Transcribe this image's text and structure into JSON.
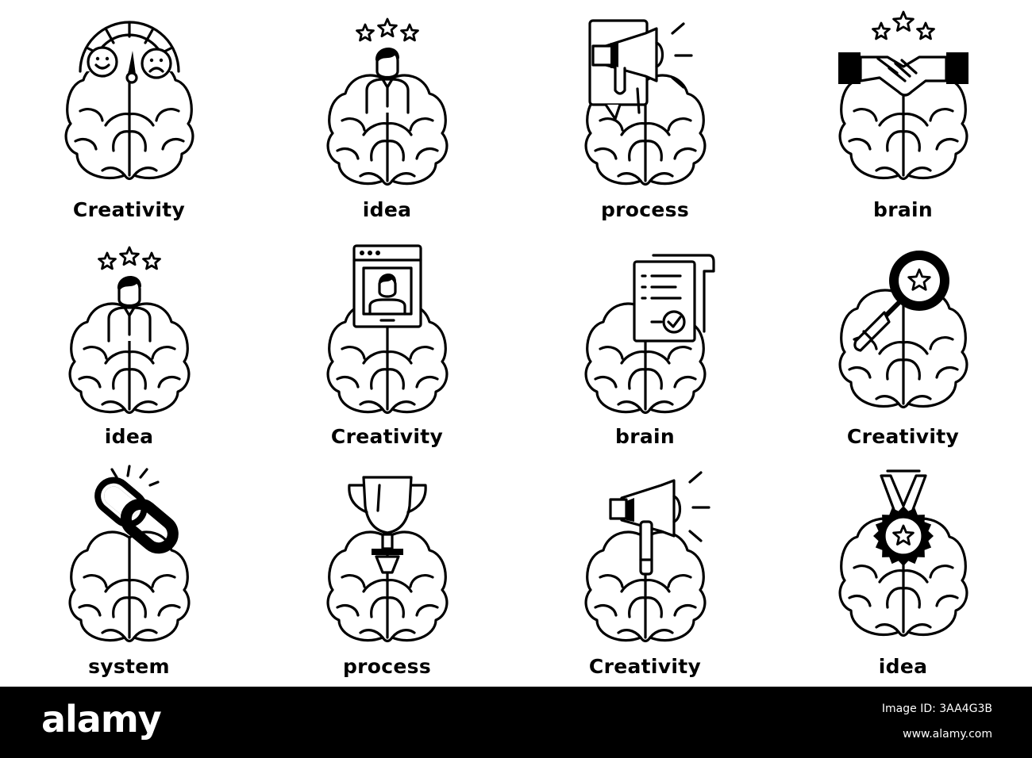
{
  "icons": [
    {
      "label": "Creativity",
      "overlay": "mood-meter"
    },
    {
      "label": "idea",
      "overlay": "person-stars"
    },
    {
      "label": "process",
      "overlay": "megaphone-board"
    },
    {
      "label": "brain",
      "overlay": "handshake-stars"
    },
    {
      "label": "idea",
      "overlay": "person-stars"
    },
    {
      "label": "Creativity",
      "overlay": "profile-window"
    },
    {
      "label": "brain",
      "overlay": "checked-document"
    },
    {
      "label": "Creativity",
      "overlay": "magnifier-star"
    },
    {
      "label": "system",
      "overlay": "chain-link"
    },
    {
      "label": "process",
      "overlay": "trophy"
    },
    {
      "label": "Creativity",
      "overlay": "megaphone"
    },
    {
      "label": "idea",
      "overlay": "medal"
    }
  ],
  "footer": {
    "logo": "alamy",
    "image_id": "Image ID: 3AA4G3B",
    "url": "www.alamy.com"
  }
}
